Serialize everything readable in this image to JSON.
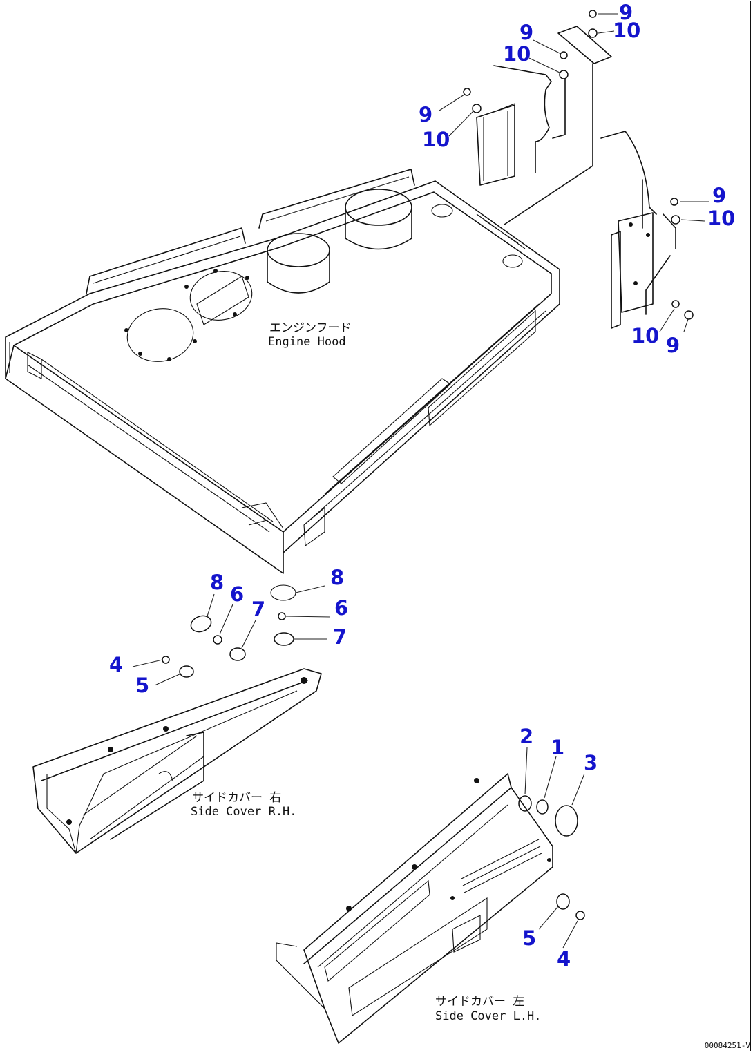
{
  "diagram": {
    "labels": {
      "engine_hood_jp": "エンジンフード",
      "engine_hood_en": "Engine Hood",
      "side_cover_rh_jp": "サイドカバー 右",
      "side_cover_rh_en": "Side Cover R.H.",
      "side_cover_lh_jp": "サイドカバー 左",
      "side_cover_lh_en": "Side Cover L.H."
    },
    "reference_code": "00084251-V",
    "callouts": [
      "9",
      "10",
      "9",
      "10",
      "9",
      "10",
      "9",
      "10",
      "10",
      "9",
      "8",
      "6",
      "7",
      "4",
      "5",
      "8",
      "6",
      "7",
      "2",
      "1",
      "3",
      "5",
      "4"
    ],
    "colors": {
      "callout": "#1414cc",
      "line": "#111111"
    }
  }
}
